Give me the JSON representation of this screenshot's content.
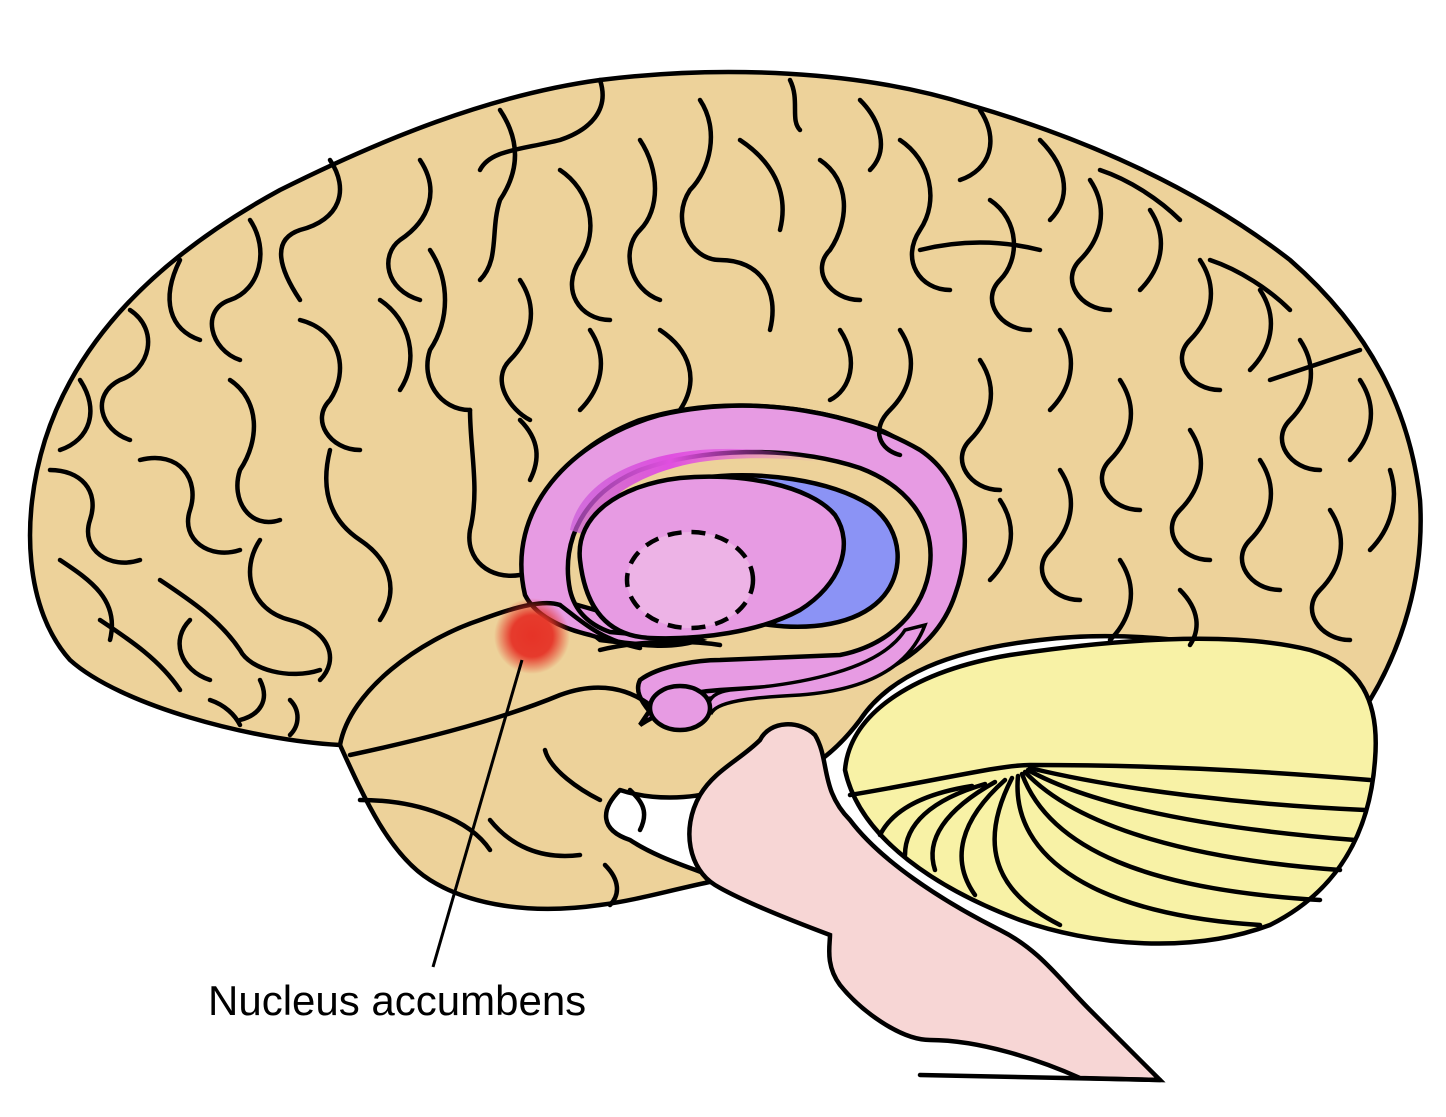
{
  "diagram": {
    "label": "Nucleus accumbens",
    "colors": {
      "cortex": "#EDD29A",
      "cingulate": "#E79BE3",
      "fornix_highlight": "#E04FE0",
      "thalamus": "#E79BE3",
      "inner_thalamus": "#EDB3E6",
      "ventricle": "#8B93F5",
      "cerebellum": "#F8F2A6",
      "brainstem": "#F7D6D5",
      "nucleus_accumbens": "#E63327",
      "outline": "#000000"
    },
    "structures": [
      "cerebral-cortex",
      "cingulate-gyrus",
      "thalamus",
      "lateral-ventricle",
      "fornix",
      "mammillary-body",
      "cerebellum",
      "brainstem",
      "nucleus-accumbens"
    ]
  }
}
